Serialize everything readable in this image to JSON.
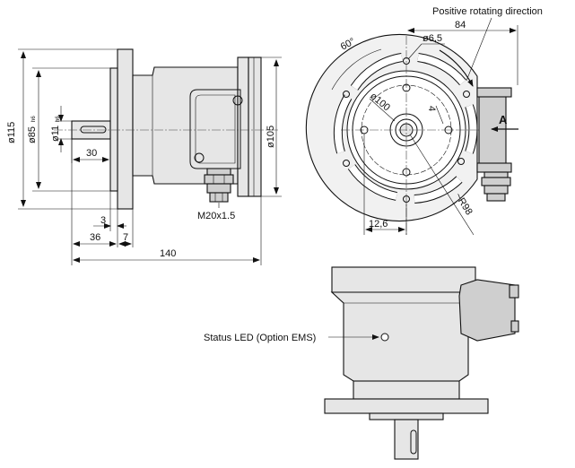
{
  "colors": {
    "ink": "#111111",
    "fill": "#e6e6e6",
    "fill_dark": "#cfcfcf"
  },
  "annotations": {
    "rotation_label": "Positive rotating direction",
    "status_led_label": "Status LED (Option EMS)",
    "thread_label": "M20x1.5",
    "view_label": "A"
  },
  "dimensions": {
    "dia_115": "ø115",
    "dia_85": "ø85",
    "dia_85_tol": "h6",
    "dia_11": "ø11",
    "dia_11_tol": "h6",
    "dia_105": "ø105",
    "len_30": "30",
    "len_3": "3",
    "len_36": "36",
    "len_7": "7",
    "len_140": "140",
    "len_84": "84",
    "angle_60": "60°",
    "dia_6_5": "ø6,5",
    "dia_100": "ø100",
    "len_4": "4",
    "len_12_6": "12,6",
    "radius_98": "~R98"
  }
}
